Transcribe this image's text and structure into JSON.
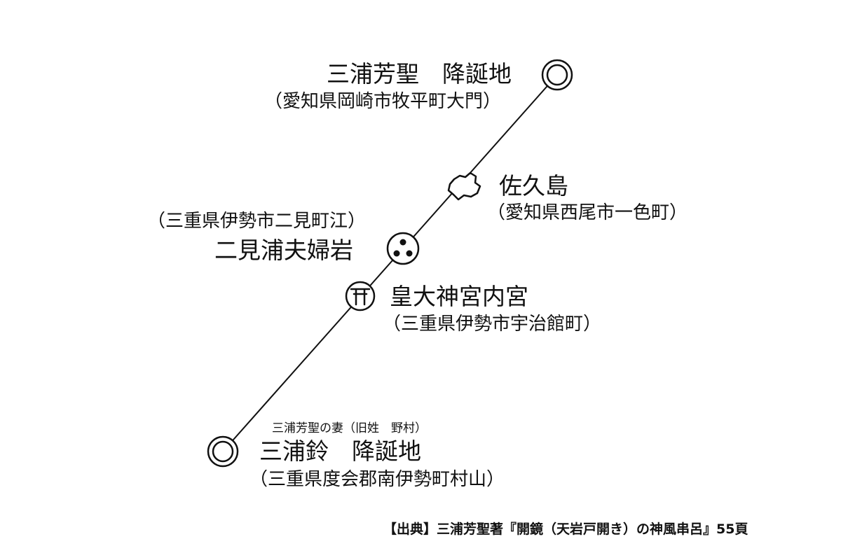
{
  "diagram": {
    "line_color": "#111111",
    "nodes": {
      "birthplace_yoshitoshi": {
        "icon": "double-circle-icon",
        "name": "三浦芳聖　降誕地",
        "address": "（愛知県岡崎市牧平町大門）"
      },
      "sakushima": {
        "icon": "island-shape-icon",
        "name": "佐久島",
        "address": "（愛知県西尾市一色町）"
      },
      "futami_meoto_iwa": {
        "icon": "three-dots-circle-icon",
        "name": "二見浦夫婦岩",
        "address": "（三重県伊勢市二見町江）"
      },
      "kotai_jingu_naiku": {
        "icon": "torii-circle-icon",
        "name": "皇大神宮内宮",
        "address": "（三重県伊勢市宇治館町）"
      },
      "birthplace_suzu": {
        "icon": "double-circle-icon",
        "note": "三浦芳聖の妻（旧姓　野村）",
        "name": "三浦鈴　降誕地",
        "address": "（三重県度会郡南伊勢町村山）"
      }
    },
    "source": "【出典】三浦芳聖著『開鏡（天岩戸開き）の神風串呂』55頁"
  }
}
